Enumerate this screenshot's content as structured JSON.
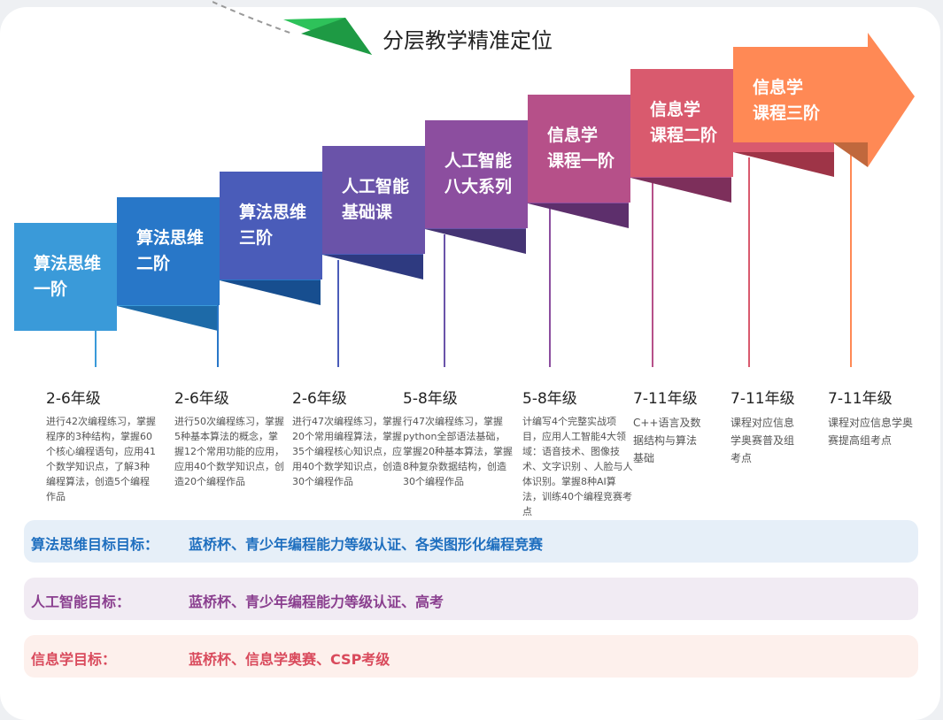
{
  "title": "分层教学精准定位",
  "steps": [
    {
      "label": "算法思维\n一阶",
      "color": "#3a9ad9",
      "shadow": "#1d6aa8"
    },
    {
      "label": "算法思维\n二阶",
      "color": "#2877c8",
      "shadow": "#174e8f"
    },
    {
      "label": "算法思维\n三阶",
      "color": "#4a5cb9",
      "shadow": "#2e3a80"
    },
    {
      "label": "人工智能\n基础课",
      "color": "#6a53a9",
      "shadow": "#453474"
    },
    {
      "label": "人工智能\n八大系列",
      "color": "#8c4e9f",
      "shadow": "#5d2f6c"
    },
    {
      "label": "信息学\n课程一阶",
      "color": "#b65089",
      "shadow": "#7d2f5b"
    },
    {
      "label": "信息学\n课程二阶",
      "color": "#d95a6e",
      "shadow": "#9e3447"
    },
    {
      "label": "信息学\n课程三阶",
      "color": "#ff8955",
      "shadow": "#c0683d"
    }
  ],
  "columns": [
    {
      "grade": "2-6年级",
      "desc": "进行42次编程练习，掌握程序的3种结构，掌握60个核心编程语句，应用41个数学知识点，了解3种编程算法，创造5个编程作品"
    },
    {
      "grade": "2-6年级",
      "desc": "进行50次编程练习，掌握5种基本算法的概念，掌握12个常用功能的应用，应用40个数学知识点，创造20个编程作品"
    },
    {
      "grade": "2-6年级",
      "desc": "进行47次编程练习，掌握20个常用编程算法，掌握35个编程核心知识点，应用40个数学知识点，创造30个编程作品"
    },
    {
      "grade": "5-8年级",
      "desc": "行47次编程练习，掌握python全部语法基础，掌握20种基本算法，掌握8种复杂数据结构，创造30个编程作品"
    },
    {
      "grade": "5-8年级",
      "desc": "计编写4个完整实战项目，应用人工智能4大领域：语音技术、图像技术、文字识别 、人脸与人体识别。掌握8种AI算法，训练40个编程竞赛考点"
    },
    {
      "grade": "7-11年级",
      "desc": "C++语言及数据结构与算法基础"
    },
    {
      "grade": "7-11年级",
      "desc": "课程对应信息学奥赛普及组考点"
    },
    {
      "grade": "7-11年级",
      "desc": "课程对应信息学奥赛提高组考点"
    }
  ],
  "goals": [
    {
      "label": "算法思维目标目标：",
      "value": "蓝桥杯、青少年编程能力等级认证、各类图形化编程竞赛",
      "color": "#1f6fbf",
      "bg": "#e6eff8"
    },
    {
      "label": "人工智能目标：",
      "value": "蓝桥杯、青少年编程能力等级认证、高考",
      "color": "#8a3f8f",
      "bg": "#f1ebf3"
    },
    {
      "label": "信息学目标：",
      "value": "蓝桥杯、信息学奥赛、CSP考级",
      "color": "#d94a5c",
      "bg": "#fdf0ec"
    }
  ]
}
